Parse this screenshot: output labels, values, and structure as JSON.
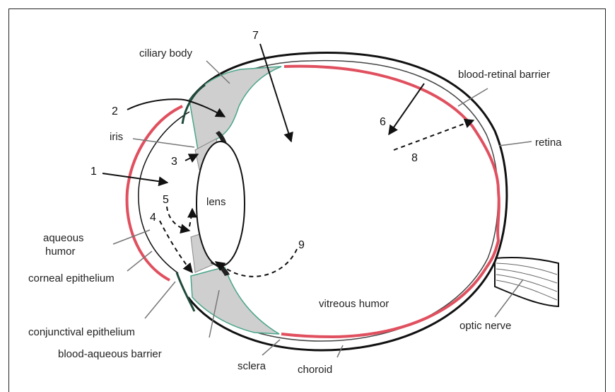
{
  "labels": {
    "ciliary_body": "ciliary body",
    "blood_retinal_barrier": "blood-retinal barrier",
    "iris": "iris",
    "retina": "retina",
    "lens": "lens",
    "aqueous_humor_1": "aqueous",
    "aqueous_humor_2": "humor",
    "corneal_epithelium": "corneal epithelium",
    "conjunctival_epithelium": "conjunctival epithelium",
    "blood_aqueous_barrier": "blood-aqueous barrier",
    "sclera": "sclera",
    "choroid": "choroid",
    "vitreous_humor": "vitreous humor",
    "optic_nerve": "optic nerve"
  },
  "numbers": {
    "n1": "1",
    "n2": "2",
    "n3": "3",
    "n4": "4",
    "n5": "5",
    "n6": "6",
    "n7": "7",
    "n8": "8",
    "n9": "9"
  },
  "colors": {
    "outline": "#111111",
    "retina_red": "#e0505f",
    "ciliary_fill": "#cfcfcf",
    "ciliary_edge": "#4aa58a",
    "leader": "#777777",
    "conjunctiva_green": "#1f4a3a"
  }
}
